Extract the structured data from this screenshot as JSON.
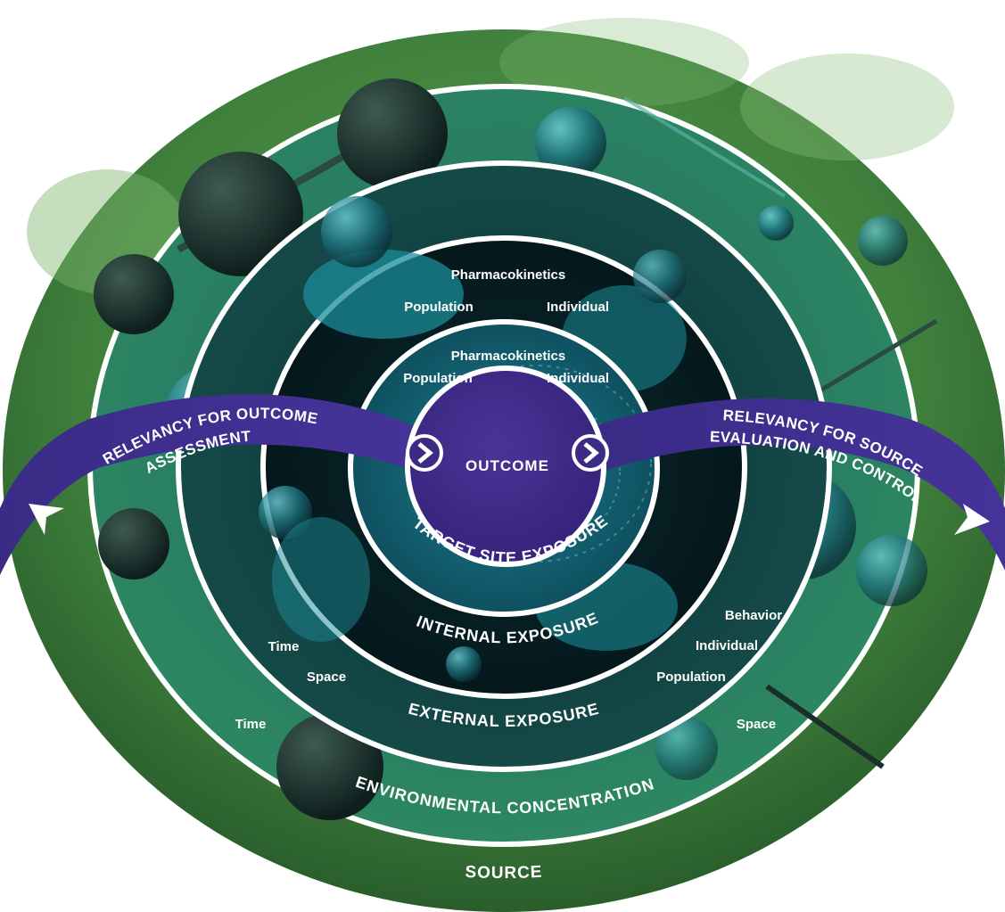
{
  "diagram": {
    "colors": {
      "outer_green": "#3f7f3c",
      "mid_green": "#2e7a62",
      "dark_teal": "#0e3a3c",
      "core_dark": "#08181c",
      "ring_white": "#ffffff",
      "purple": "#3d2a85",
      "cell_cyan": "#2fb6c4"
    },
    "rings": {
      "source": "SOURCE",
      "environmental": "ENVIRONMENTAL CONCENTRATION",
      "external": "EXTERNAL EXPOSURE",
      "internal": "INTERNAL EXPOSURE",
      "target": "TARGET SITE EXPOSURE",
      "outcome": "OUTCOME"
    },
    "arrows": {
      "left_line1": "RELEVANCY FOR OUTCOME",
      "left_line2": "ASSESSMENT",
      "right_line1": "RELEVANCY FOR SOURCE",
      "right_line2": "EVALUATION AND CONTROL"
    },
    "factors": {
      "internal_pk": "Pharmacokinetics",
      "internal_population": "Population",
      "internal_individual": "Individual",
      "target_pk": "Pharmacokinetics",
      "target_population": "Population",
      "target_individual": "Individual",
      "external_time": "Time",
      "external_space": "Space",
      "external_behavior": "Behavior",
      "external_individual": "Individual",
      "external_population": "Population",
      "env_time": "Time",
      "env_space": "Space"
    }
  }
}
